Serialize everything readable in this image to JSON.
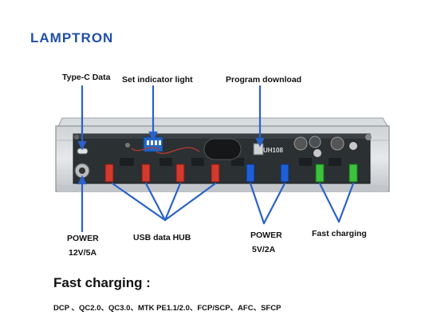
{
  "brand": {
    "logo_text": "LAMPTRON"
  },
  "labels": {
    "type_c_data": "Type-C Data",
    "set_indicator_light": "Set indicator light",
    "program_download": "Program download",
    "power_left_title": "POWER",
    "power_left_spec": "12V/5A",
    "usb_data_hub": "USB data HUB",
    "power_right_title": "POWER",
    "power_right_spec": "5V/2A",
    "fast_charging": "Fast charging"
  },
  "board": {
    "silk_label": "UH108"
  },
  "fast_charging_section": {
    "heading": "Fast charging :",
    "protocols": "DCP 、QC2.0、QC3.0、MTK PE1.1/2.0、FCP/SCP、AFC、SFCP"
  },
  "colors": {
    "brand_blue": "#1f4fa8",
    "pointer_blue": "#2a62c9",
    "port_red": "#d23a2e",
    "port_blue": "#1f5fd6",
    "port_green": "#3cc23c",
    "pcb": "#2b3033"
  }
}
